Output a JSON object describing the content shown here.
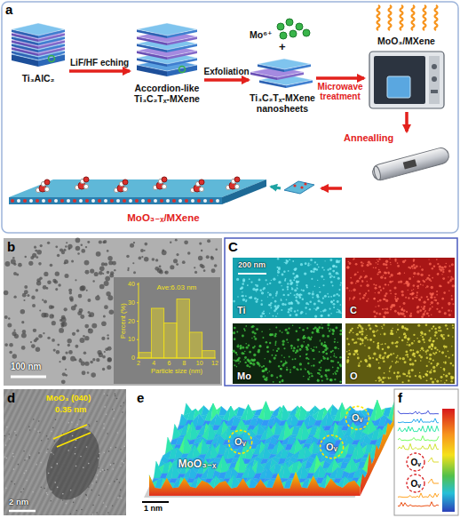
{
  "diagram": {
    "nodes": [
      {
        "text": [
          "Ti₃AlC₂"
        ]
      },
      {
        "text": [
          "Accordion-like Ti₃C₂Tₓ-MXene"
        ]
      },
      {
        "text": [
          "Ti₃C₂Tₓ-MXene nanosheets"
        ]
      },
      {
        "text": [
          "MoO₃/MXene"
        ]
      },
      {
        "text": [
          "Annealling"
        ]
      },
      {
        "text": [
          "MoO₃₋ₓ/MXene"
        ]
      }
    ],
    "edges": [
      {
        "from": 0,
        "to": 1,
        "label": "LiF/HF eching",
        "arrow": "to"
      },
      {
        "from": 1,
        "to": 2,
        "label": "Exfoliation",
        "arrow": "to"
      },
      {
        "from": 2,
        "to": 3,
        "label": "Microwave treatment",
        "arrow": "to"
      },
      {
        "from": 3,
        "to": 4,
        "arrow": "to"
      },
      {
        "from": 4,
        "to": 5,
        "arrow": "to"
      }
    ],
    "labels": [
      "a",
      "Mo⁶⁺",
      "+",
      "b",
      "100 nm",
      "Ave:6.03 nm",
      "Percent (%)",
      "0",
      "10",
      "20",
      "30",
      "40",
      "2",
      "4",
      "6",
      "8",
      "10",
      "12",
      "Particle size (nm)",
      "C",
      "200 nm",
      "Ti",
      "C",
      "Mo",
      "O",
      "d",
      "MoO₃ (040)",
      "0.35 nm",
      "2 nm",
      "e",
      "Oᵥ",
      "Oᵥ",
      "Oᵥ",
      "MoO₃₋ₓ",
      "1 nm",
      "f",
      "Oᵥ",
      "Oᵥ"
    ]
  }
}
